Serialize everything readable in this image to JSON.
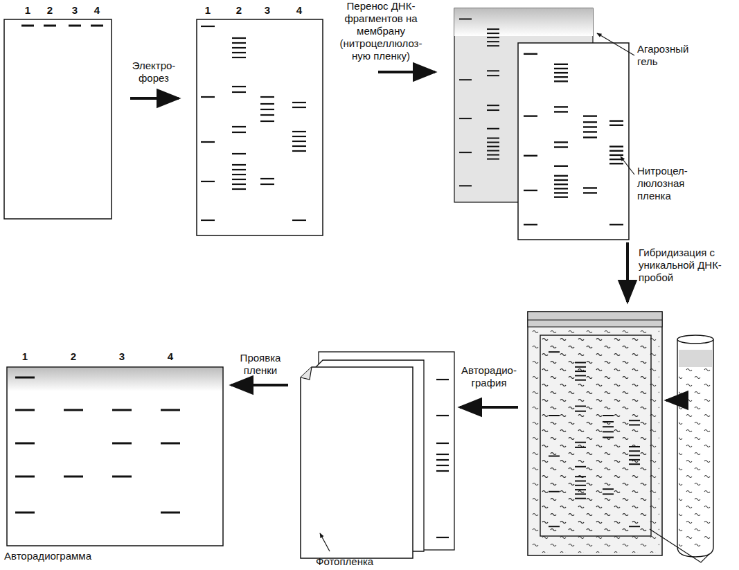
{
  "diagram": {
    "labels": [
      "1",
      "2",
      "3",
      "4",
      "Электро- форез",
      "1",
      "2",
      "3",
      "4",
      "Перенос ДНК-фрагментов на мембрану (нитроцеллюлоз- ную пленку)",
      "Агарозный гель",
      "Нитроцел- люлозная пленка",
      "Гибридизация с уникальной ДНК-пробой",
      "Авторадио- графия",
      "Проявка пленки",
      "1",
      "2",
      "3",
      "4",
      "Авторадиограмма",
      "Фотопленка"
    ]
  }
}
